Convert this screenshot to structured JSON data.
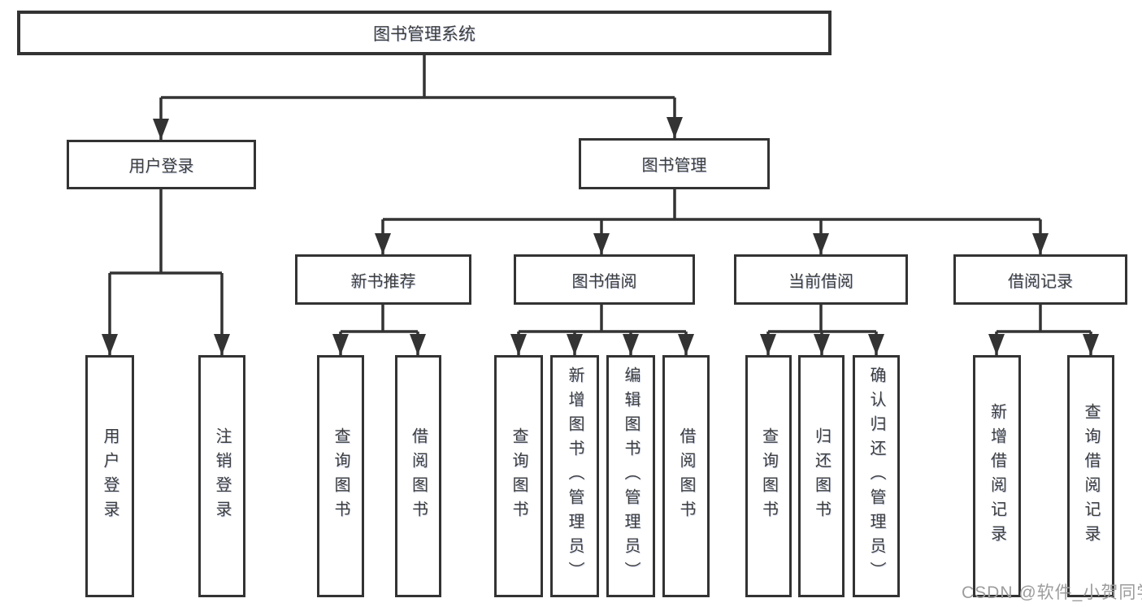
{
  "tree": {
    "root": {
      "label": "图书管理系统"
    },
    "branches": [
      {
        "label": "用户登录",
        "children": [
          "用户登录",
          "注销登录"
        ]
      },
      {
        "label": "图书管理",
        "sections": [
          {
            "label": "新书推荐",
            "children": [
              "查询图书",
              "借阅图书"
            ]
          },
          {
            "label": "图书借阅",
            "children": [
              "查询图书",
              "新增图书（管理员）",
              "编辑图书（管理员）",
              "借阅图书"
            ]
          },
          {
            "label": "当前借阅",
            "children": [
              "查询图书",
              "归还图书",
              "确认归还（管理员）"
            ]
          },
          {
            "label": "借阅记录",
            "children": [
              "新增借阅记录",
              "查询借阅记录"
            ]
          }
        ]
      }
    ]
  },
  "watermark": {
    "text": "CSDN @软件_小贺同学"
  },
  "colors": {
    "line": "#333333",
    "box_border": "#333333",
    "text": "#3d3d3d",
    "watermark": "#9c9c9c",
    "background": "#ffffff"
  }
}
